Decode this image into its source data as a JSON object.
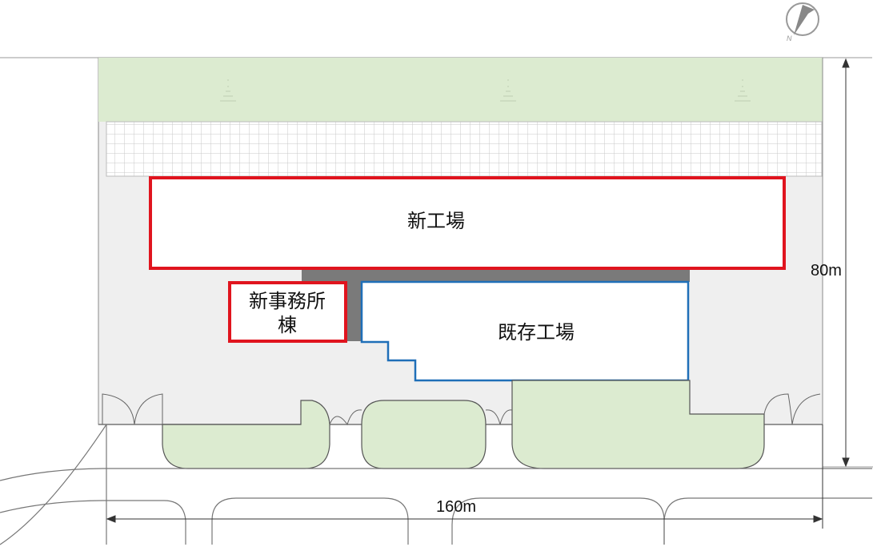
{
  "buildings": {
    "new_factory": {
      "label": "新工場",
      "outline_color": "#e0141e"
    },
    "new_office": {
      "label_line1": "新事務所",
      "label_line2": "棟",
      "outline_color": "#e0141e"
    },
    "existing_factory": {
      "label": "既存工場",
      "outline_color": "#1f6fb8"
    }
  },
  "dimensions": {
    "height": "80m",
    "width": "160m"
  },
  "compass": {
    "label": "N"
  },
  "colors": {
    "green": "#dcebd0",
    "site": "#efefef",
    "connector": "#7a7a7a"
  }
}
